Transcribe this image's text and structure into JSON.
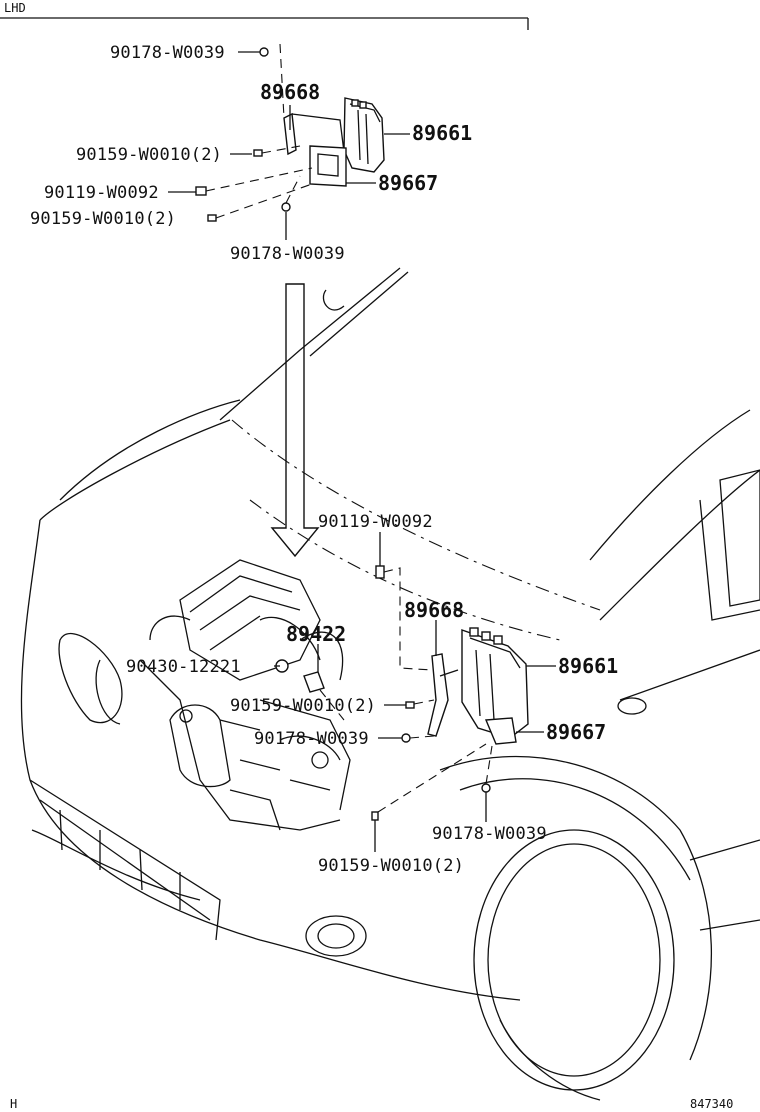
{
  "header": {
    "variant": "LHD"
  },
  "footer": {
    "left_code": "H",
    "right_code": "847340"
  },
  "callouts_upper": [
    {
      "id": "u1",
      "text": "90178-W0039"
    },
    {
      "id": "u2",
      "text": "89668"
    },
    {
      "id": "u3",
      "text": "89661"
    },
    {
      "id": "u4",
      "text": "90159-W0010(2)"
    },
    {
      "id": "u5",
      "text": "90119-W0092"
    },
    {
      "id": "u6",
      "text": "89667"
    },
    {
      "id": "u7",
      "text": "90159-W0010(2)"
    },
    {
      "id": "u8",
      "text": "90178-W0039"
    }
  ],
  "callouts_lower": [
    {
      "id": "l1",
      "text": "90119-W0092"
    },
    {
      "id": "l2",
      "text": "89668"
    },
    {
      "id": "l3",
      "text": "89422"
    },
    {
      "id": "l4",
      "text": "90430-12221"
    },
    {
      "id": "l5",
      "text": "89661"
    },
    {
      "id": "l6",
      "text": "90159-W0010(2)"
    },
    {
      "id": "l7",
      "text": "90178-W0039"
    },
    {
      "id": "l8",
      "text": "89667"
    },
    {
      "id": "l9",
      "text": "90178-W0039"
    },
    {
      "id": "l10",
      "text": "90159-W0010(2)"
    }
  ]
}
